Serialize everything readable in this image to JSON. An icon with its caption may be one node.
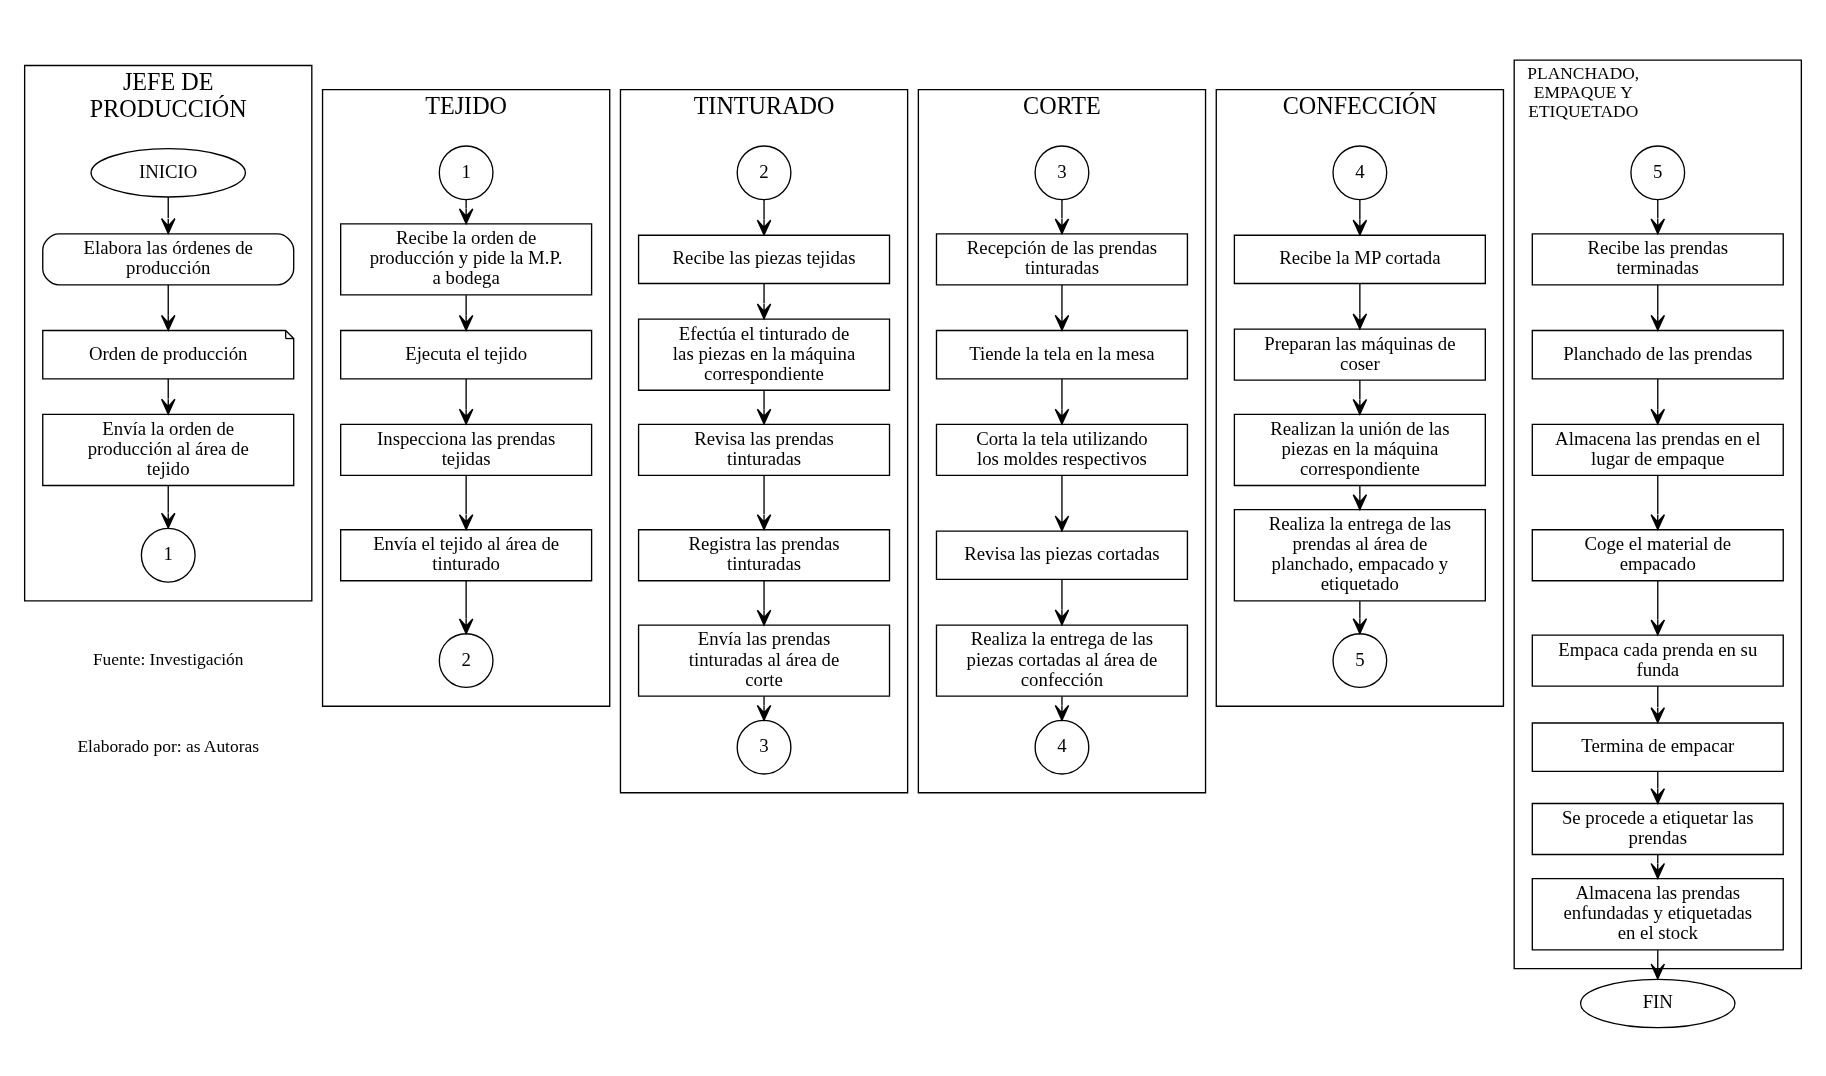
{
  "diagram": {
    "nodes": [
      {
        "text": [
          "JEFE DE PRODUCCIÓN"
        ]
      },
      {
        "text": [
          "INICIO"
        ],
        "in": 0
      },
      {
        "text": [
          "Elabora las órdenes de producción"
        ],
        "in": 0
      },
      {
        "text": [
          "Orden de producción"
        ],
        "in": 0
      },
      {
        "text": [
          "Envía la orden de producción al área de tejido"
        ],
        "in": 0
      },
      {
        "text": [
          "1"
        ],
        "in": 0
      },
      {
        "text": [
          "TEJIDO"
        ]
      },
      {
        "text": [
          "1"
        ],
        "in": 6
      },
      {
        "text": [
          "Recibe la orden de producción y pide la M.P. a bodega"
        ],
        "in": 6
      },
      {
        "text": [
          "Ejecuta el tejido"
        ],
        "in": 6
      },
      {
        "text": [
          "Inspecciona las prendas tejidas"
        ],
        "in": 6
      },
      {
        "text": [
          "Envía el tejido al área de tinturado"
        ],
        "in": 6
      },
      {
        "text": [
          "2"
        ],
        "in": 6
      },
      {
        "text": [
          "TINTURADO"
        ]
      },
      {
        "text": [
          "2"
        ],
        "in": 13
      },
      {
        "text": [
          "Recibe las piezas tejidas"
        ],
        "in": 13
      },
      {
        "text": [
          "Efectúa el tinturado de las piezas en la máquina correspondiente"
        ],
        "in": 13
      },
      {
        "text": [
          "Revisa las prendas tinturadas"
        ],
        "in": 13
      },
      {
        "text": [
          "Registra las prendas tinturadas"
        ],
        "in": 13
      },
      {
        "text": [
          "Envía las prendas tinturadas al área de corte"
        ],
        "in": 13
      },
      {
        "text": [
          "3"
        ],
        "in": 13
      },
      {
        "text": [
          "CORTE"
        ]
      },
      {
        "text": [
          "3"
        ],
        "in": 21
      },
      {
        "text": [
          "Recepción de las prendas tinturadas"
        ],
        "in": 21
      },
      {
        "text": [
          "Tiende la tela en la mesa"
        ],
        "in": 21
      },
      {
        "text": [
          "Corta la tela utilizando los moldes respectivos"
        ],
        "in": 21
      },
      {
        "text": [
          "Revisa las piezas cortadas"
        ],
        "in": 21
      },
      {
        "text": [
          "Realiza la entrega de las piezas cortadas al área de confección"
        ],
        "in": 21
      },
      {
        "text": [
          "4"
        ],
        "in": 21
      },
      {
        "text": [
          "CONFECCIÓN"
        ]
      },
      {
        "text": [
          "4"
        ],
        "in": 29
      },
      {
        "text": [
          "Recibe la MP cortada"
        ],
        "in": 29
      },
      {
        "text": [
          "Preparan las máquinas de coser"
        ],
        "in": 29
      },
      {
        "text": [
          "Realizan la unión de las piezas en la máquina correspondiente"
        ],
        "in": 29
      },
      {
        "text": [
          "Realiza la entrega de las prendas al área de planchado, empacado y etiquetado"
        ],
        "in": 29
      },
      {
        "text": [
          "5"
        ],
        "in": 29
      },
      {
        "text": [
          "PLANCHADO, EMPAQUE Y ETIQUETADO"
        ]
      },
      {
        "text": [
          "5"
        ],
        "in": 36
      },
      {
        "text": [
          "Recibe las prendas terminadas"
        ],
        "in": 36
      },
      {
        "text": [
          "Planchado de las prendas"
        ],
        "in": 36
      },
      {
        "text": [
          "Almacena las prendas en el lugar de empaque"
        ],
        "in": 36
      },
      {
        "text": [
          "Coge el material de empacado"
        ],
        "in": 36
      },
      {
        "text": [
          "Empaca cada prenda en su funda"
        ],
        "in": 36
      },
      {
        "text": [
          "Termina de empacar"
        ],
        "in": 36
      },
      {
        "text": [
          "Se procede a etiquetar las prendas"
        ],
        "in": 36
      },
      {
        "text": [
          "Almacena las prendas enfundadas y etiquetadas en el stock"
        ],
        "in": 36
      },
      {
        "text": [
          "FIN"
        ]
      }
    ],
    "edges": [
      {
        "from": 1,
        "to": 2,
        "arrow": "to"
      },
      {
        "from": 2,
        "to": 3,
        "arrow": "to"
      },
      {
        "from": 3,
        "to": 4,
        "arrow": "to"
      },
      {
        "from": 4,
        "to": 5,
        "arrow": "to"
      },
      {
        "from": 7,
        "to": 8,
        "arrow": "to"
      },
      {
        "from": 8,
        "to": 9,
        "arrow": "to"
      },
      {
        "from": 9,
        "to": 10,
        "arrow": "to"
      },
      {
        "from": 10,
        "to": 11,
        "arrow": "to"
      },
      {
        "from": 11,
        "to": 12,
        "arrow": "to"
      },
      {
        "from": 14,
        "to": 15,
        "arrow": "to"
      },
      {
        "from": 15,
        "to": 16,
        "arrow": "to"
      },
      {
        "from": 16,
        "to": 17,
        "arrow": "to"
      },
      {
        "from": 17,
        "to": 18,
        "arrow": "to"
      },
      {
        "from": 18,
        "to": 19,
        "arrow": "to"
      },
      {
        "from": 19,
        "to": 20,
        "arrow": "to"
      },
      {
        "from": 22,
        "to": 23,
        "arrow": "to"
      },
      {
        "from": 23,
        "to": 24,
        "arrow": "to"
      },
      {
        "from": 24,
        "to": 25,
        "arrow": "to"
      },
      {
        "from": 25,
        "to": 26,
        "arrow": "to"
      },
      {
        "from": 26,
        "to": 27,
        "arrow": "to"
      },
      {
        "from": 27,
        "to": 28,
        "arrow": "to"
      },
      {
        "from": 30,
        "to": 31,
        "arrow": "to"
      },
      {
        "from": 31,
        "to": 32,
        "arrow": "to"
      },
      {
        "from": 32,
        "to": 33,
        "arrow": "to"
      },
      {
        "from": 33,
        "to": 34,
        "arrow": "to"
      },
      {
        "from": 34,
        "to": 35,
        "arrow": "to"
      },
      {
        "from": 37,
        "to": 38,
        "arrow": "to"
      },
      {
        "from": 38,
        "to": 39,
        "arrow": "to"
      },
      {
        "from": 39,
        "to": 40,
        "arrow": "to"
      },
      {
        "from": 40,
        "to": 41,
        "arrow": "to"
      },
      {
        "from": 41,
        "to": 42,
        "arrow": "to"
      },
      {
        "from": 42,
        "to": 43,
        "arrow": "to"
      },
      {
        "from": 43,
        "to": 44,
        "arrow": "to"
      },
      {
        "from": 44,
        "to": 45,
        "arrow": "to"
      },
      {
        "from": 45,
        "to": 46,
        "arrow": "to"
      }
    ],
    "labels": [
      "Fuente: Investigación",
      "Elaborado por: as Autoras"
    ]
  }
}
